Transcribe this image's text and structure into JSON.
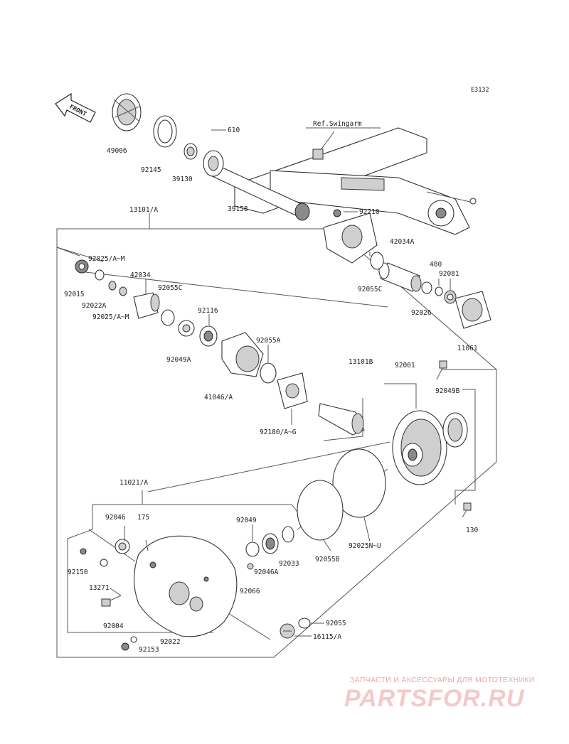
{
  "diagram": {
    "code": "E3132",
    "front_label": "FRONT",
    "ref_label": "Ref.Swingarm",
    "parts": {
      "p49006": "49006",
      "p92145": "92145",
      "p39130": "39130",
      "p610": "610",
      "p39158": "39158",
      "p92210": "92210",
      "p13101A": "13101/A",
      "p92025AM_top": "92025/A~M",
      "p92015": "92015",
      "p92022A": "92022A",
      "p92025AM_bot": "92025/A~M",
      "p42034": "42034",
      "p92055C_left": "92055C",
      "p92116": "92116",
      "p92049A": "92049A",
      "p42034A": "42034A",
      "p480": "480",
      "p92081": "92081",
      "p92055C_right": "92055C",
      "p92026": "92026",
      "p11061": "11061",
      "p92055A": "92055A",
      "p41046A": "41046/A",
      "p13101B": "13101B",
      "p92001": "92001",
      "p92049B": "92049B",
      "p92180AG": "92180/A~G",
      "p130": "130",
      "p11021A": "11021/A",
      "p92046": "92046",
      "p175": "175",
      "p92049": "92049",
      "p92150": "92150",
      "p13271": "13271",
      "p92046A": "92046A",
      "p92033": "92033",
      "p92066": "92066",
      "p92055B": "92055B",
      "p92025NU": "92025N~U",
      "p92004": "92004",
      "p92055": "92055",
      "p92022": "92022",
      "p92153": "92153",
      "p16115A": "16115/A"
    }
  },
  "watermark": {
    "tagline": "ЗАПЧАСТИ И АКСЕССУАРЫ ДЛЯ МОТОТЕХНИКИ",
    "logo": "PARTSFOR.RU"
  }
}
